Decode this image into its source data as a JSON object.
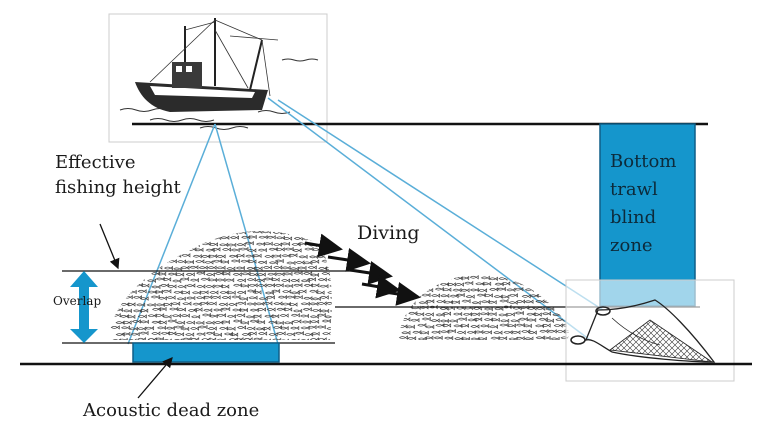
{
  "labels": {
    "effective_fishing_height": "Effective fishing height",
    "diving": "Diving",
    "overlap": "Overlap",
    "acoustic_dead_zone": "Acoustic dead zone",
    "bottom_trawl_blind_zone": "Bottom trawl blind zone"
  },
  "colors": {
    "zone_fill": "#1596cc",
    "zone_stroke": "#0e5f88",
    "beam": "#5aaed8",
    "line": "#111111",
    "fish": "#444444"
  },
  "icons": {
    "vessel": "trawler-boat-icon",
    "net": "trawl-net-icon",
    "school": "fish-school-icon",
    "arrow": "diving-arrow-icon"
  }
}
